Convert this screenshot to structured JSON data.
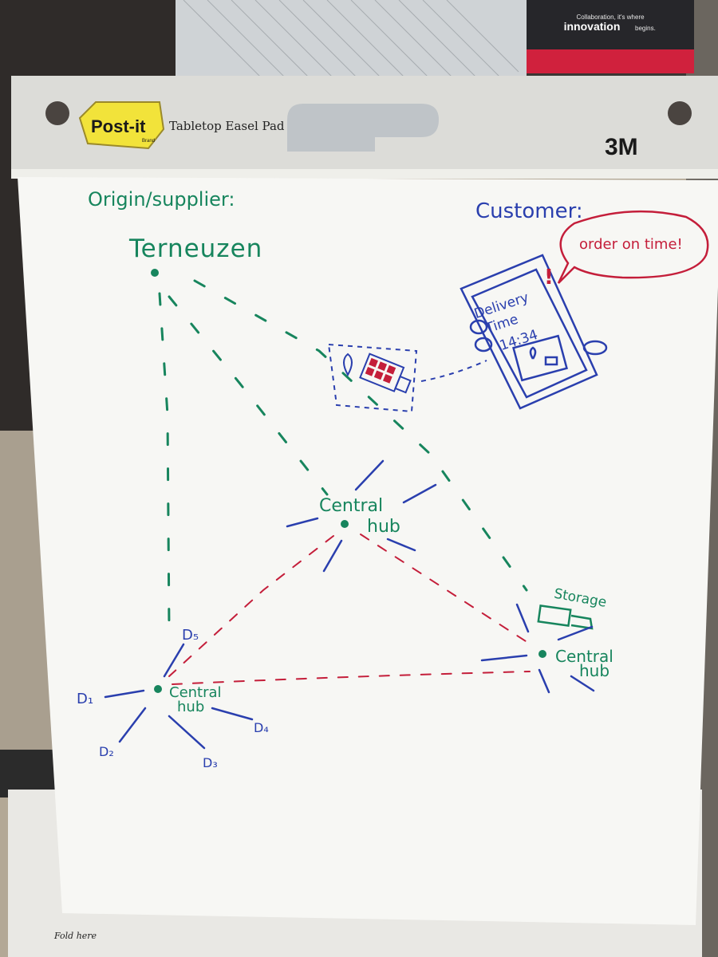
{
  "pad": {
    "brand": "Post-it",
    "brand_sub": "Brand",
    "product": "Tabletop Easel Pad",
    "maker": "3M",
    "fold_label": "Fold here"
  },
  "banner": {
    "line1": "Collaboration, it's where",
    "line2": "innovation",
    "line3": "begins."
  },
  "drawing": {
    "origin_heading": "Origin/supplier:",
    "origin_name": "Terneuzen",
    "customer_heading": "Customer:",
    "speech_bubble": "order on time!",
    "exclamation": "!",
    "delivery_line1": "Delivery",
    "delivery_line2": "Time",
    "delivery_time": "14:34",
    "hub_top_line1": "Central",
    "hub_top_line2": "hub",
    "hub_right_line1": "Central",
    "hub_right_line2": "hub",
    "storage_label": "Storage",
    "hub_left_line1": "Central",
    "hub_left_line2": "hub",
    "destinations": {
      "d1": "D₁",
      "d2": "D₂",
      "d3": "D₃",
      "d4": "D₄",
      "d5": "D₅"
    }
  },
  "colors": {
    "green_marker": "#17855d",
    "blue_marker": "#2a3fae",
    "red_marker": "#c41e3a",
    "paper": "#f7f7f4",
    "postit_yellow": "#f2e33a"
  }
}
